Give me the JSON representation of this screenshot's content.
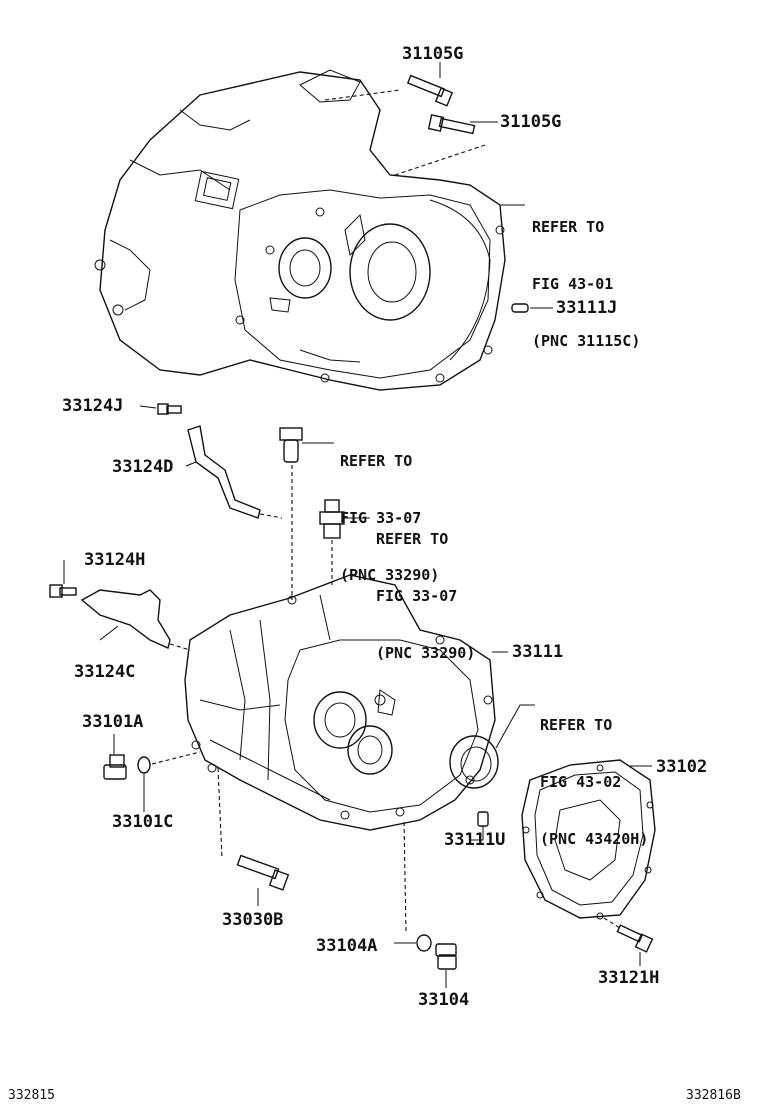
{
  "parts": {
    "p31105G_top": "31105G",
    "p31105G_mid": "31105G",
    "p33111J": "33111J",
    "p33124J": "33124J",
    "p33124D": "33124D",
    "p33124H": "33124H",
    "p33124C": "33124C",
    "p33111": "33111",
    "p33101A": "33101A",
    "p33101C": "33101C",
    "p33102": "33102",
    "p33111U": "33111U",
    "p33030B": "33030B",
    "p33104A": "33104A",
    "p33104": "33104",
    "p33121H": "33121H"
  },
  "refs": {
    "fig4301": {
      "l1": "REFER TO",
      "l2": "FIG 43-01",
      "l3": "(PNC 31115C)"
    },
    "fig3307a": {
      "l1": "REFER TO",
      "l2": "FIG 33-07",
      "l3": "(PNC 33290)"
    },
    "fig3307b": {
      "l1": "REFER TO",
      "l2": "FIG 33-07",
      "l3": "(PNC 33290)"
    },
    "fig4302": {
      "l1": "REFER TO",
      "l2": "FIG 43-02",
      "l3": "(PNC 43420H)"
    }
  },
  "footer": {
    "left": "332815",
    "right": "332816B"
  }
}
